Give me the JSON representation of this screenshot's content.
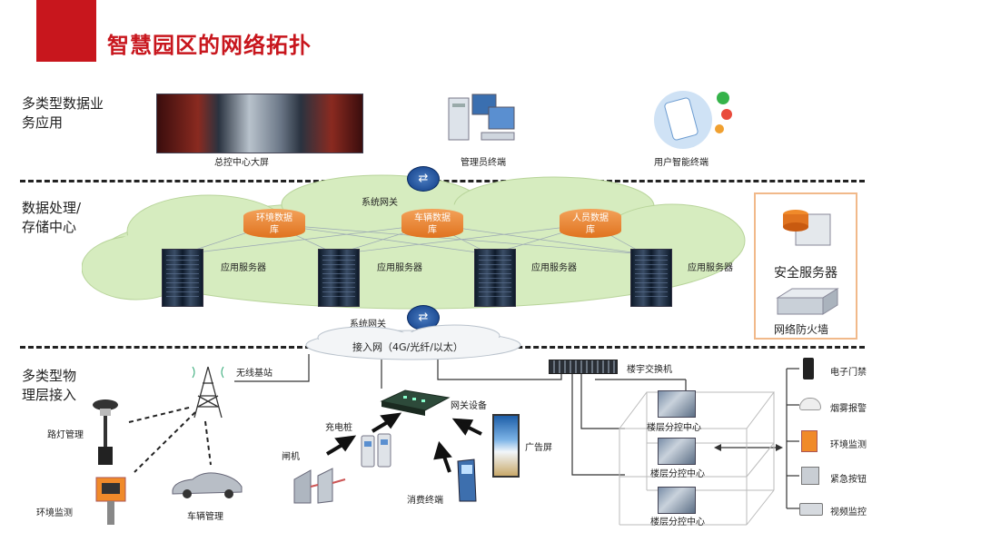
{
  "title": "智慧园区的网络拓扑",
  "sections": {
    "app": "多类型数据业务应用",
    "app_l1": "多类型数据业",
    "app_l2": "务应用",
    "data_l1": "数据处理/",
    "data_l2": "存储中心",
    "phys_l1": "多类型物",
    "phys_l2": "理层接入"
  },
  "apps": {
    "bigscreen": "总控中心大屏",
    "admin": "管理员终端",
    "user": "用户智能终端"
  },
  "datacenter": {
    "gateway_top": "系统网关",
    "gateway_bottom": "系统网关",
    "db1": "环境数据库",
    "db2": "车辆数据库",
    "db3": "人员数据库",
    "server": "应用服务器",
    "security_server": "安全服务器",
    "firewall": "网络防火墙"
  },
  "access": {
    "network": "接入网（4G/光纤/以太）",
    "wireless": "无线基站",
    "building_switch": "楼宇交换机",
    "gateway_device": "网关设备",
    "charger": "充电桩",
    "gate": "闸机",
    "ad_screen": "广告屏",
    "payment": "消费终端",
    "streetlight": "路灯管理",
    "env_monitor": "环境监测",
    "vehicle": "车辆管理",
    "floor_center": "楼层分控中心"
  },
  "devices": [
    "电子门禁",
    "烟雾报警",
    "环境监测",
    "紧急按钮",
    "视频监控"
  ],
  "colors": {
    "brand_red": "#c8161d",
    "cloud_green": "#d6ecbf",
    "db_orange": "#e8843a",
    "box_border": "#f1b98a"
  }
}
